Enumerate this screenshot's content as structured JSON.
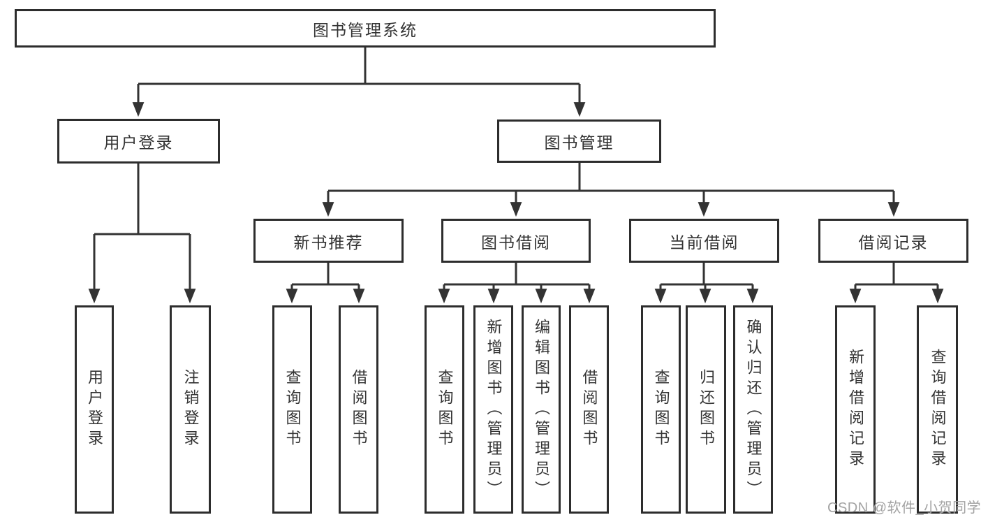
{
  "diagram": {
    "root": "图书管理系统",
    "login_branch": {
      "label": "用户登录",
      "children": [
        "用户登录",
        "注销登录"
      ]
    },
    "mgmt_branch": {
      "label": "图书管理",
      "modules": [
        {
          "label": "新书推荐",
          "children": [
            "查询图书",
            "借阅图书"
          ]
        },
        {
          "label": "图书借阅",
          "children": [
            "查询图书",
            "新增图书（管理员）",
            "编辑图书（管理员）",
            "借阅图书"
          ]
        },
        {
          "label": "当前借阅",
          "children": [
            "查询图书",
            "归还图书",
            "确认归还（管理员）"
          ]
        },
        {
          "label": "借阅记录",
          "children": [
            "新增借阅记录",
            "查询借阅记录"
          ]
        }
      ]
    },
    "watermark": "CSDN @软件_小贺同学"
  },
  "colors": {
    "line": "#333333",
    "box_border": "#2d2d2d",
    "text": "#333333",
    "watermark": "#a3a3a3",
    "background": "#ffffff"
  }
}
